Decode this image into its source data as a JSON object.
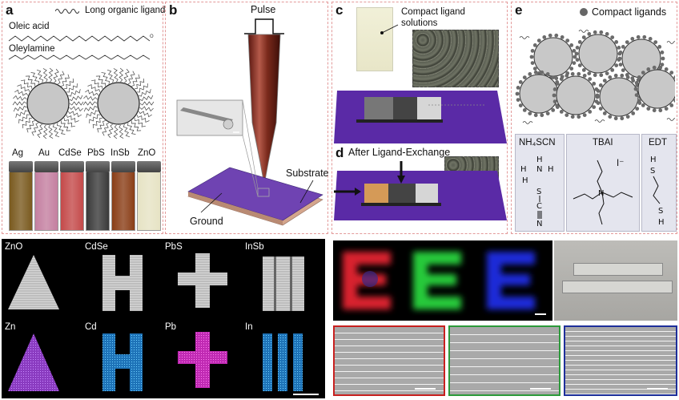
{
  "panel_a": {
    "letter": "a",
    "legend_long": "Long organic ligands",
    "ligand1": "Oleic acid",
    "ligand2": "Oleylamine",
    "vials": [
      {
        "label": "Ag",
        "color": "#7a5a1f"
      },
      {
        "label": "Au",
        "color": "#c47fa0"
      },
      {
        "label": "CdSe",
        "color": "#c44a4a"
      },
      {
        "label": "PbS",
        "color": "#3a3a3a"
      },
      {
        "label": "InSb",
        "color": "#8a3e17"
      },
      {
        "label": "ZnO",
        "color": "#e6e3c4"
      }
    ]
  },
  "panel_b": {
    "letter": "b",
    "pulse": "Pulse",
    "substrate": "Substrate",
    "ground": "Ground"
  },
  "panel_c": {
    "letter": "c",
    "compact_solutions_1": "Compact ligand",
    "compact_solutions_2": "solutions"
  },
  "panel_d": {
    "letter": "d",
    "after_exchange": "After Ligand-Exchange"
  },
  "panel_e": {
    "letter": "e",
    "compact_ligands": "Compact ligands",
    "nh4scn": "NH₄SCN",
    "tbai": "TBAI",
    "edt": "EDT",
    "iodide": "I⁻"
  },
  "bottom_left": {
    "labels_top": [
      "ZnO",
      "CdSe",
      "PbS",
      "InSb"
    ],
    "labels_bottom": [
      "Zn",
      "Cd",
      "Pb",
      "In"
    ]
  }
}
